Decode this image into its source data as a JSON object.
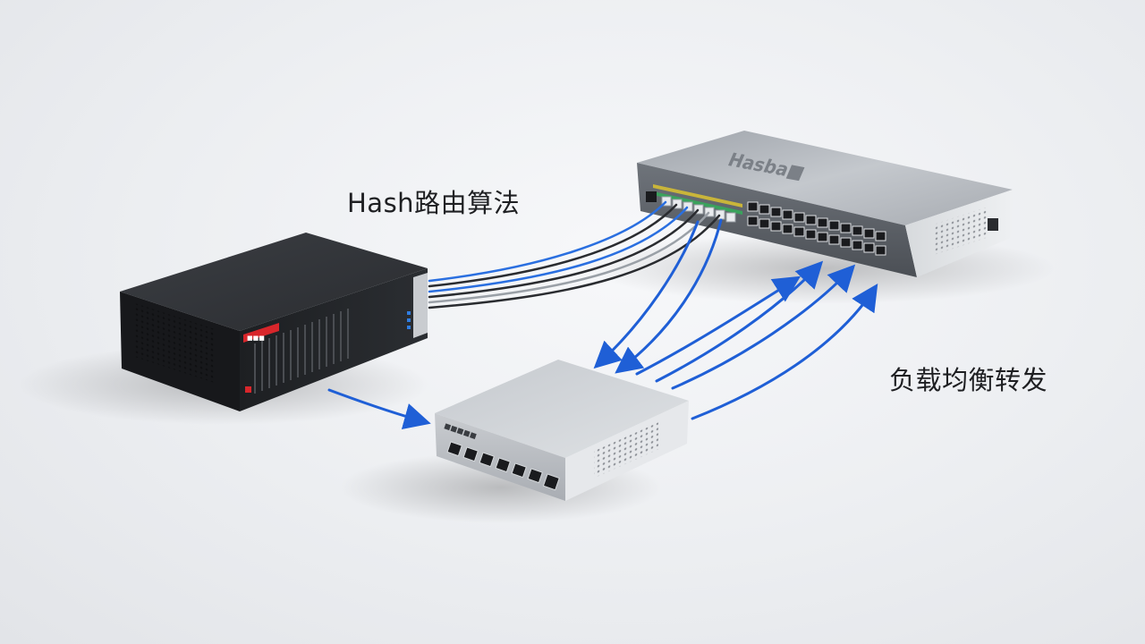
{
  "labels": {
    "hash_routing": "Hash路由算法",
    "load_balance": "负载均衡转发"
  },
  "devices": {
    "large_switch_brand": "Hasba■",
    "server_logo": "■■■",
    "small_switch_brand": "■■■■■"
  },
  "colors": {
    "arrow_blue": "#1f5fd6",
    "cable_dark": "#2a2c30",
    "server_body": "#26282c",
    "switch_body": "#b9bdc3",
    "accent_red": "#d8262b"
  }
}
